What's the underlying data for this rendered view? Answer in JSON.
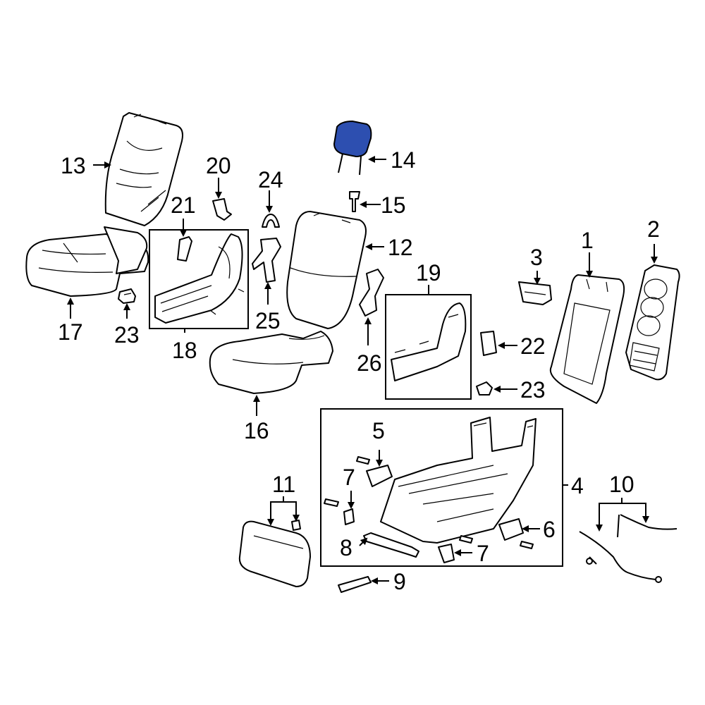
{
  "callouts": {
    "c1": "1",
    "c2": "2",
    "c3": "3",
    "c4": "4",
    "c5": "5",
    "c6": "6",
    "c7a": "7",
    "c7b": "7",
    "c8": "8",
    "c9": "9",
    "c10": "10",
    "c11": "11",
    "c12": "12",
    "c13": "13",
    "c14": "14",
    "c15": "15",
    "c16": "16",
    "c17": "17",
    "c18": "18",
    "c19": "19",
    "c20": "20",
    "c21": "21",
    "c22": "22",
    "c23a": "23",
    "c23b": "23",
    "c24": "24",
    "c25": "25",
    "c26": "26"
  },
  "highlight_color": "#2d4fb0",
  "highlighted_part": "14"
}
